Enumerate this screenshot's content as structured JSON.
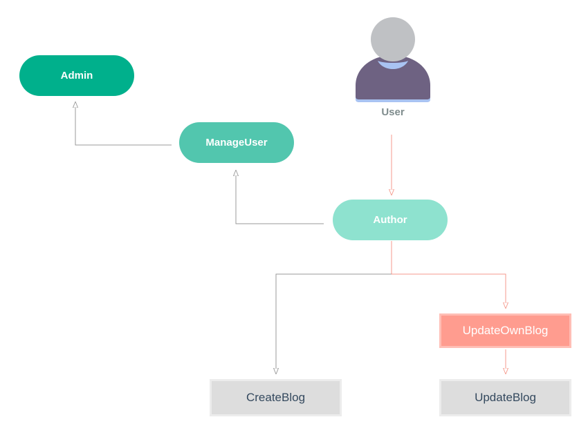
{
  "diagram": {
    "user": {
      "label": "User",
      "icon": "user-avatar-icon"
    },
    "roles": {
      "admin": "Admin",
      "manage_user": "ManageUser",
      "author": "Author"
    },
    "permissions": {
      "update_own_blog": "UpdateOwnBlog",
      "create_blog": "CreateBlog",
      "update_blog": "UpdateBlog"
    },
    "colors": {
      "admin": "#00b08c",
      "manage_user": "#52c6ae",
      "author": "#8ee2cf",
      "highlight_permission": "#ff9c8f",
      "permission": "#dddddd",
      "highlight_edge": "#f5998c",
      "edge": "#999999",
      "user_label": "#7f8c8d"
    }
  }
}
